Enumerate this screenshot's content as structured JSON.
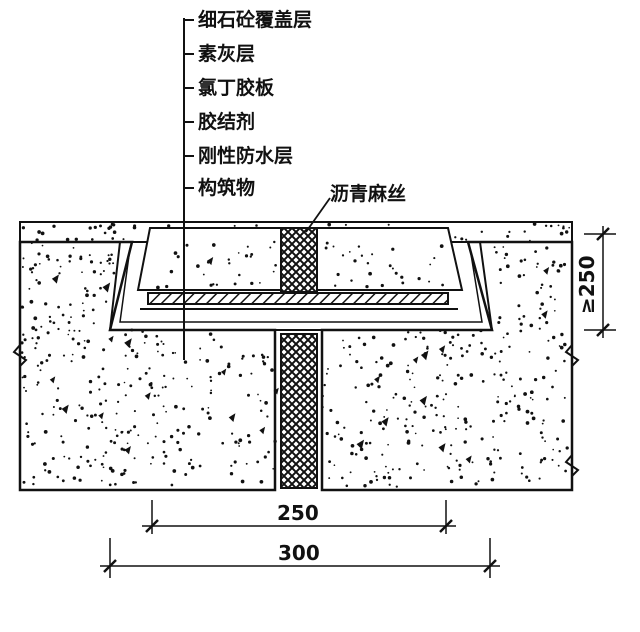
{
  "layers": [
    {
      "label": "细石砼覆盖层"
    },
    {
      "label": "素灰层"
    },
    {
      "label": "氯丁胶板"
    },
    {
      "label": "胶结剂"
    },
    {
      "label": "刚性防水层"
    },
    {
      "label": "构筑物"
    }
  ],
  "joint_label": "沥青麻丝",
  "dimensions": {
    "depth": "≥250",
    "inner_width": "250",
    "outer_width": "300"
  },
  "colors": {
    "line": "#111111",
    "background": "#ffffff"
  }
}
